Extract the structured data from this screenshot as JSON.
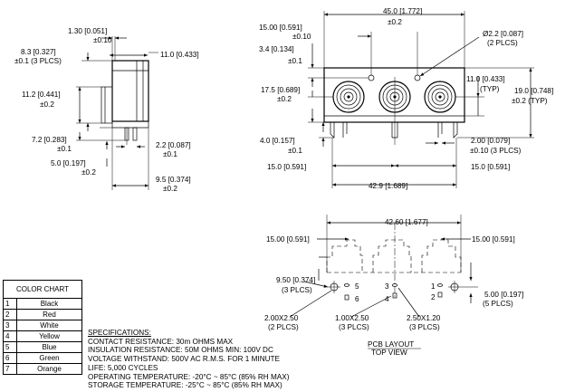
{
  "side_view": {
    "dim_top_width": "1.30 [0.051]",
    "dim_top_width_tol": "±0.10",
    "dim_pin_spacing": "8.3 [0.327]",
    "dim_pin_spacing_tol": "±0.1 (3 PLCS)",
    "dim_body_depth": "11.0 [0.433]",
    "dim_height": "11.2 [0.441]",
    "dim_height_tol": "±0.2",
    "dim_lower_height": "7.2 [0.283]",
    "dim_lower_height_tol": "±0.1",
    "dim_pin_length": "5.0 [0.197]",
    "dim_pin_length_tol": "±0.2",
    "dim_pin_width": "2.2 [0.087]",
    "dim_pin_width_tol": "±0.1",
    "dim_base_width": "9.5 [0.374]",
    "dim_base_width_tol": "±0.2"
  },
  "front_view": {
    "dim_overall_width": "45.0 [1.772]",
    "dim_overall_width_tol": "±0.2",
    "dim_jack_pitch": "15.00 [0.591]",
    "dim_jack_pitch_tol": "±0.10",
    "dim_top_offset": "3.4 [0.134]",
    "dim_top_offset_tol": "±0.1",
    "dim_hole_dia": "Ø2.2 [0.087]",
    "dim_hole_dia_note": "(2 PLCS)",
    "dim_center_height": "17.5 [0.689]",
    "dim_center_height_tol": "±0.2",
    "dim_center_right": "11.0 [0.433]",
    "dim_center_right_note": "(TYP)",
    "dim_total_height": "19.0 [0.748]",
    "dim_total_height_tol": "±0.2 (TYP)",
    "dim_pin_length": "4.0 [0.157]",
    "dim_pin_length_tol": "±0.1",
    "dim_pin_width": "2.00 [0.079]",
    "dim_pin_width_tol": "±0.10 (3 PLCS)",
    "dim_pitch_left": "15.0 [0.591]",
    "dim_pitch_right": "15.0 [0.591]",
    "dim_base_width": "42.9 [1.689]"
  },
  "pcb_layout": {
    "dim_overall": "42.60 [1.677]",
    "dim_pitch_left": "15.00 [0.591]",
    "dim_pitch_right": "15.00 [0.591]",
    "dim_edge": "9.50 [0.374]",
    "dim_edge_note": "(3 PLCS)",
    "dim_right_offset": "5.00 [0.197]",
    "dim_right_offset_note": "(5 PLCS)",
    "pin_labels": [
      "5",
      "6",
      "3",
      "4",
      "1",
      "2"
    ],
    "pad_1": "2.00X2.50",
    "pad_1_note": "(2 PLCS)",
    "pad_2": "1.00X2.50",
    "pad_2_note": "(3 PLCS)",
    "pad_3": "2.50X1.20",
    "pad_3_note": "(3 PLCS)",
    "title": "PCB LAYOUT",
    "subtitle": "TOP VIEW"
  },
  "color_chart": {
    "title": "COLOR CHART",
    "rows": [
      {
        "num": "1",
        "color": "Black"
      },
      {
        "num": "2",
        "color": "Red"
      },
      {
        "num": "3",
        "color": "White"
      },
      {
        "num": "4",
        "color": "Yellow"
      },
      {
        "num": "5",
        "color": "Blue"
      },
      {
        "num": "6",
        "color": "Green"
      },
      {
        "num": "7",
        "color": "Orange"
      }
    ]
  },
  "specifications": {
    "title": "SPECIFICATIONS:",
    "lines": [
      "CONTACT RESISTANCE: 30m OHMS MAX",
      "INSULATION RESISTANCE: 50M OHMS MIN: 100V DC",
      "VOLTAGE WITHSTAND: 500V AC R.M.S. FOR 1 MINUTE",
      "LIFE: 5,000 CYCLES",
      "OPERATING TEMPERATURE: -20°C ~ 85°C (85% RH MAX)",
      "STORAGE TEMPERATURE: -25°C ~ 85°C (85% RH MAX)"
    ]
  }
}
